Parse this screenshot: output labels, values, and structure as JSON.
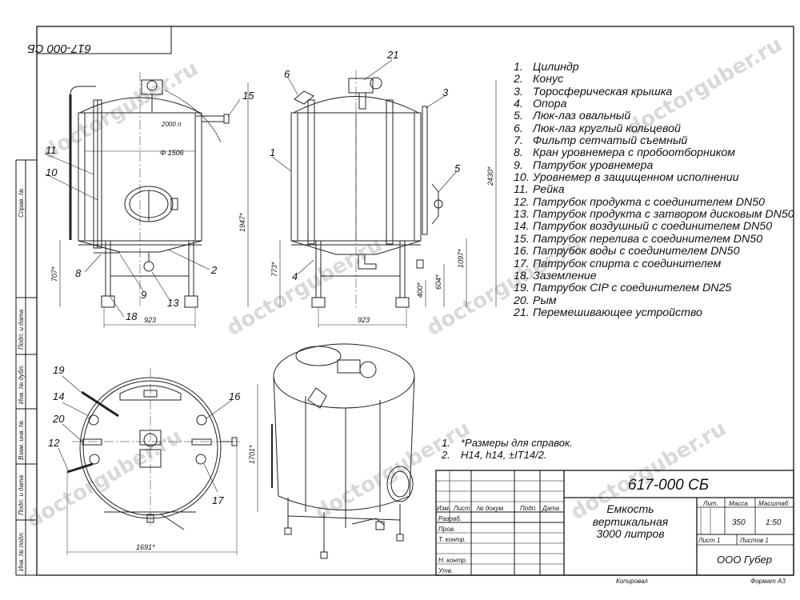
{
  "stamp_rotated": "617-000 СБ",
  "title_block": {
    "doc_code": "617-000 СБ",
    "name_line1": "Емкость",
    "name_line2": "вертикальная",
    "name_line3": "3000 литров",
    "col_izm": "Изм.",
    "col_list": "Лист",
    "col_ndokum": "№ докум.",
    "col_podp": "Подп.",
    "col_data": "Дата",
    "row_razrab": "Разраб.",
    "row_prov": "Пров.",
    "row_tkontr": "Т. контр.",
    "row_nkontr": "Н. контр.",
    "row_utv": "Утв.",
    "lit_label": "Лит.",
    "massa_label": "Масса",
    "masshtab_label": "Масштаб",
    "massa_value": "350",
    "masshtab_value": "1:50",
    "list_label": "Лист 1",
    "listov_label": "Листов 1",
    "company": "ООО Губер",
    "copied": "Копировал",
    "format": "Формат А3"
  },
  "side_stamps": {
    "sprav": "Справ. №",
    "podp_data_1": "Подп. и дата",
    "inv_dubl": "Инв. № дубл.",
    "vzam_inv": "Взам. инв. №",
    "podp_data_2": "Подп. и дата",
    "inv_podl": "Инв. № подл."
  },
  "legend": [
    {
      "n": "1.",
      "text": "Цилиндр"
    },
    {
      "n": "2.",
      "text": "Конус"
    },
    {
      "n": "3.",
      "text": "Торосферическая крышка"
    },
    {
      "n": "4.",
      "text": "Опора"
    },
    {
      "n": "5.",
      "text": "Люк-лаз овальный"
    },
    {
      "n": "6.",
      "text": "Люк-лаз круглый кольцевой"
    },
    {
      "n": "7.",
      "text": "Фильтр сетчатый съемный"
    },
    {
      "n": "8.",
      "text": "Кран уровнемера с пробоотборником"
    },
    {
      "n": "9.",
      "text": "Патрубок уровнемера"
    },
    {
      "n": "10.",
      "text": "Уровнемер в защищенном исполнении"
    },
    {
      "n": "11.",
      "text": "Рейка"
    },
    {
      "n": "12.",
      "text": "Патрубок продукта с соединителем DN50"
    },
    {
      "n": "13.",
      "text": "Патрубок продукта с затвором дисковым DN50"
    },
    {
      "n": "14.",
      "text": "Патрубок воздушный с соединителем DN50"
    },
    {
      "n": "15.",
      "text": "Патрубок перелива с соединителем DN50"
    },
    {
      "n": "16.",
      "text": "Патрубок воды с соединителем DN50"
    },
    {
      "n": "17.",
      "text": "Патрубок спирта с соединителем"
    },
    {
      "n": "18.",
      "text": "Заземление"
    },
    {
      "n": "19.",
      "text": "Патрубок CIP с соединителем DN25"
    },
    {
      "n": "20.",
      "text": "Рым"
    },
    {
      "n": "21.",
      "text": "Перемешивающее устройство"
    }
  ],
  "notes": [
    {
      "n": "1.",
      "text": "*Размеры для справок."
    },
    {
      "n": "2.",
      "text": "H14, h14, ±IT14/2."
    }
  ],
  "callouts": {
    "c1": "1",
    "c2": "2",
    "c3": "3",
    "c4": "4",
    "c5": "5",
    "c6": "6",
    "c8": "8",
    "c9": "9",
    "c10": "10",
    "c11": "11",
    "c12": "12",
    "c13": "13",
    "c14": "14",
    "c15": "15",
    "c16": "16",
    "c17": "17",
    "c18": "18",
    "c19": "19",
    "c20": "20",
    "c21": "21"
  },
  "dimensions": {
    "d_2000": "2000 п",
    "d_1506": "Ф 1506",
    "d_1947": "1947*",
    "d_707": "707*",
    "d_923a": "923",
    "d_923b": "923",
    "d_773": "773*",
    "d_2430": "2430*",
    "d_1097": "1097*",
    "d_604": "604*",
    "d_400": "400*",
    "d_1701": "1701*",
    "d_1691": "1691*"
  },
  "watermark": "doctorguber.ru"
}
